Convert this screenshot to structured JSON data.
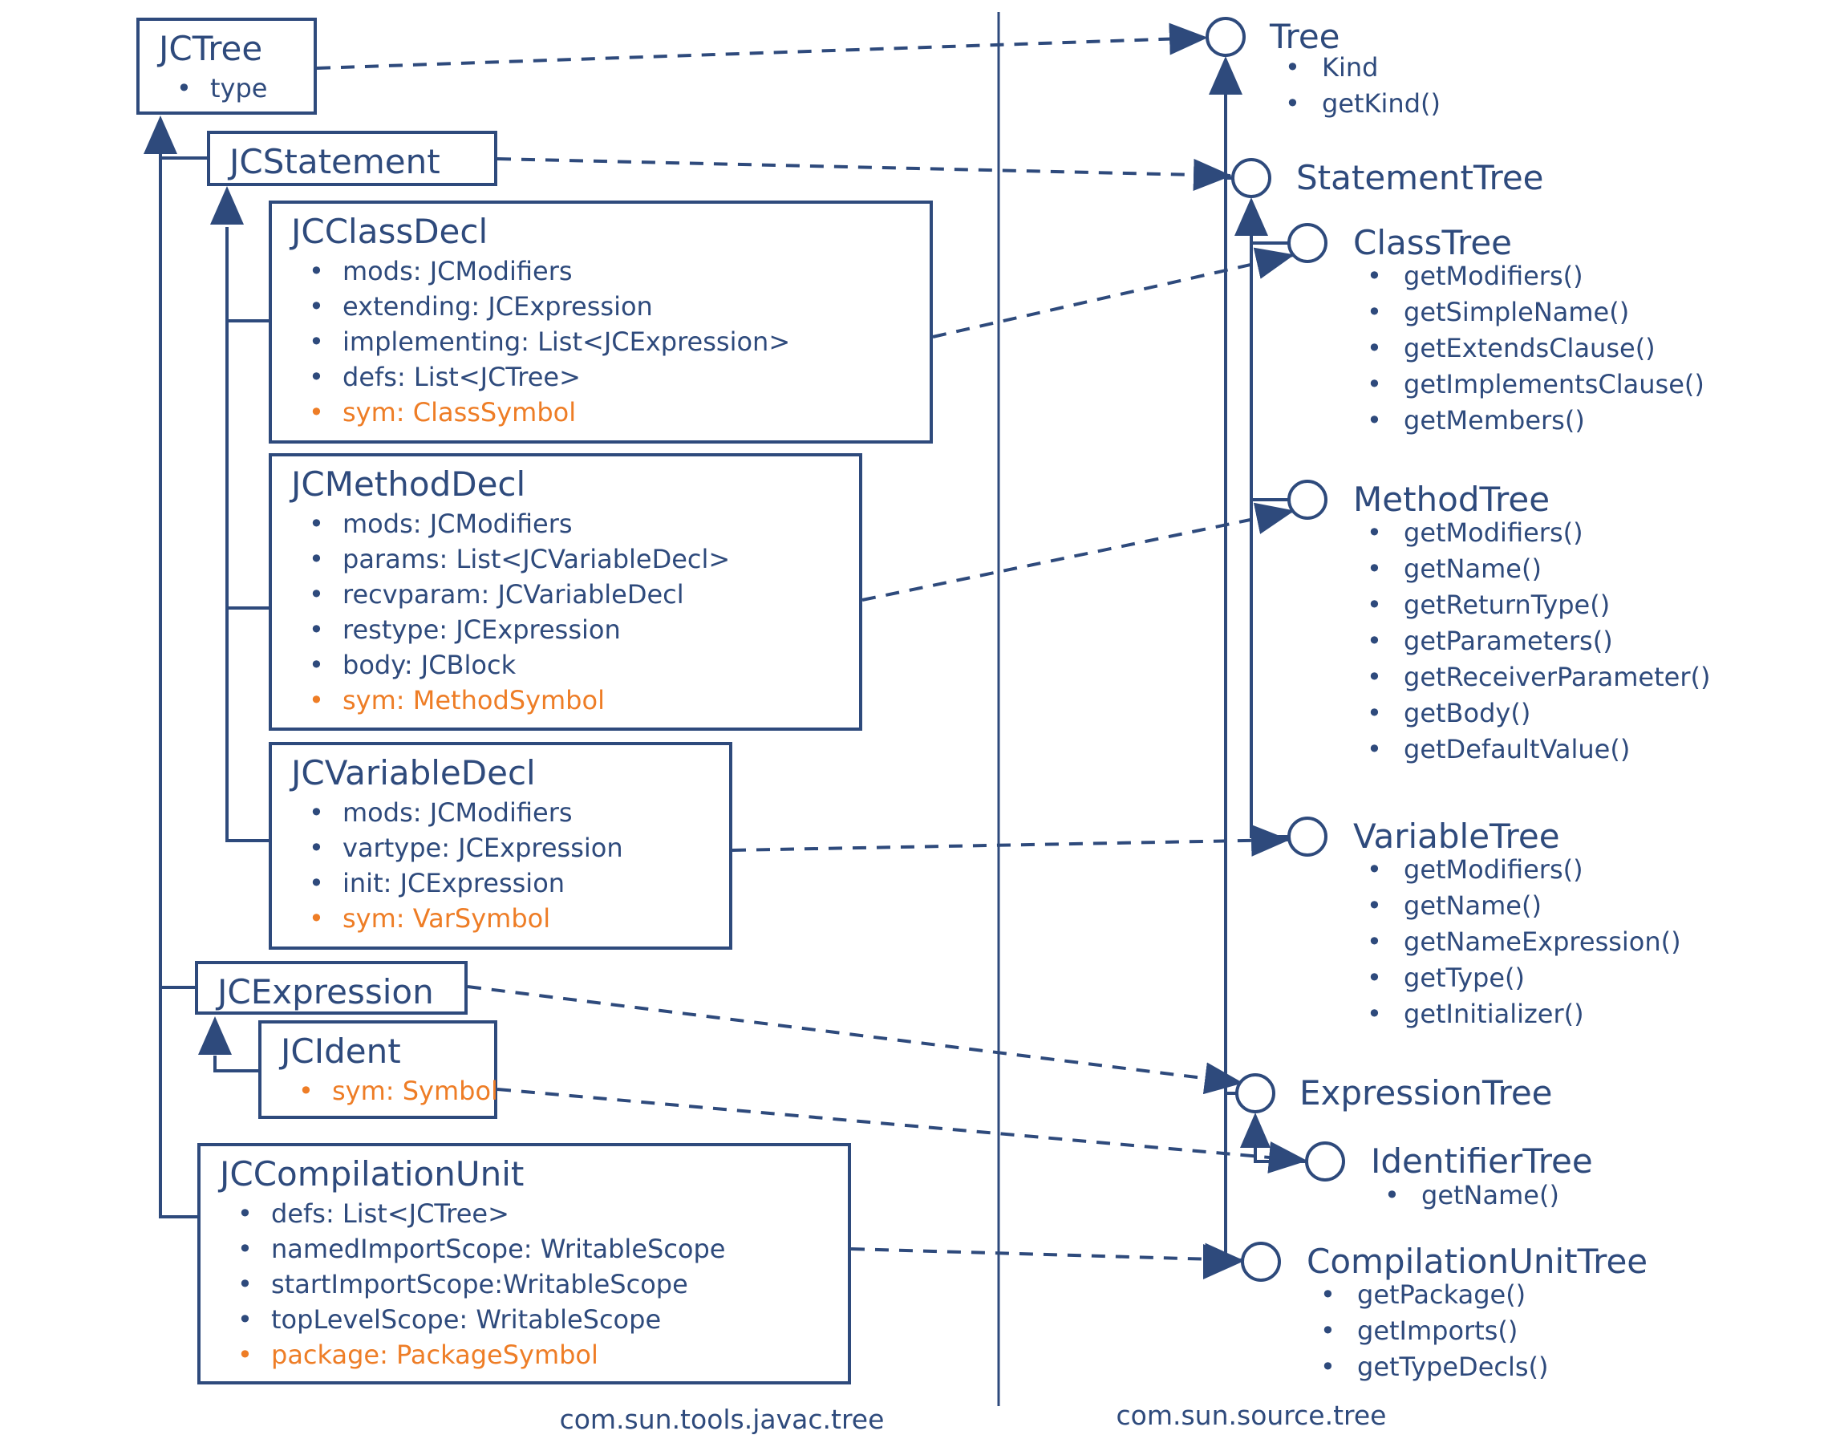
{
  "colors": {
    "navy": "#2e4a7c",
    "orange": "#ee7d26",
    "background": "#ffffff"
  },
  "left": {
    "package_label": "com.sun.tools.javac.tree",
    "boxes": [
      {
        "title": "JCTree",
        "members": [
          {
            "label": "type",
            "accent": false
          }
        ]
      },
      {
        "title": "JCStatement",
        "members": []
      },
      {
        "title": "JCClassDecl",
        "members": [
          {
            "label": "mods: JCModifiers",
            "accent": false
          },
          {
            "label": "extending: JCExpression",
            "accent": false
          },
          {
            "label": "implementing: List<JCExpression>",
            "accent": false
          },
          {
            "label": "defs: List<JCTree>",
            "accent": false
          },
          {
            "label": "sym: ClassSymbol",
            "accent": true
          }
        ]
      },
      {
        "title": "JCMethodDecl",
        "members": [
          {
            "label": "mods: JCModifiers",
            "accent": false
          },
          {
            "label": "params: List<JCVariableDecl>",
            "accent": false
          },
          {
            "label": "recvparam: JCVariableDecl",
            "accent": false
          },
          {
            "label": "restype: JCExpression",
            "accent": false
          },
          {
            "label": "body: JCBlock",
            "accent": false
          },
          {
            "label": "sym: MethodSymbol",
            "accent": true
          }
        ]
      },
      {
        "title": "JCVariableDecl",
        "members": [
          {
            "label": "mods: JCModifiers",
            "accent": false
          },
          {
            "label": "vartype: JCExpression",
            "accent": false
          },
          {
            "label": "init: JCExpression",
            "accent": false
          },
          {
            "label": "sym: VarSymbol",
            "accent": true
          }
        ]
      },
      {
        "title": "JCExpression",
        "members": []
      },
      {
        "title": "JCIdent",
        "members": [
          {
            "label": "sym: Symbol",
            "accent": true
          }
        ]
      },
      {
        "title": "JCCompilationUnit",
        "members": [
          {
            "label": "defs: List<JCTree>",
            "accent": false
          },
          {
            "label": "namedImportScope: WritableScope",
            "accent": false
          },
          {
            "label": "startImportScope:WritableScope",
            "accent": false
          },
          {
            "label": "topLevelScope: WritableScope",
            "accent": false
          },
          {
            "label": "package: PackageSymbol",
            "accent": true
          }
        ]
      }
    ]
  },
  "right": {
    "package_label": "com.sun.source.tree",
    "interfaces": [
      {
        "title": "Tree",
        "members": [
          "Kind",
          "getKind()"
        ]
      },
      {
        "title": "StatementTree",
        "members": []
      },
      {
        "title": "ClassTree",
        "members": [
          "getModifiers()",
          "getSimpleName()",
          "getExtendsClause()",
          "getImplementsClause()",
          "getMembers()"
        ]
      },
      {
        "title": "MethodTree",
        "members": [
          "getModifiers()",
          "getName()",
          "getReturnType()",
          "getParameters()",
          "getReceiverParameter()",
          "getBody()",
          "getDefaultValue()"
        ]
      },
      {
        "title": "VariableTree",
        "members": [
          "getModifiers()",
          "getName()",
          "getNameExpression()",
          "getType()",
          "getInitializer()"
        ]
      },
      {
        "title": "ExpressionTree",
        "members": []
      },
      {
        "title": "IdentifierTree",
        "members": [
          "getName()"
        ]
      },
      {
        "title": "CompilationUnitTree",
        "members": [
          "getPackage()",
          "getImports()",
          "getTypeDecls()"
        ]
      }
    ]
  }
}
